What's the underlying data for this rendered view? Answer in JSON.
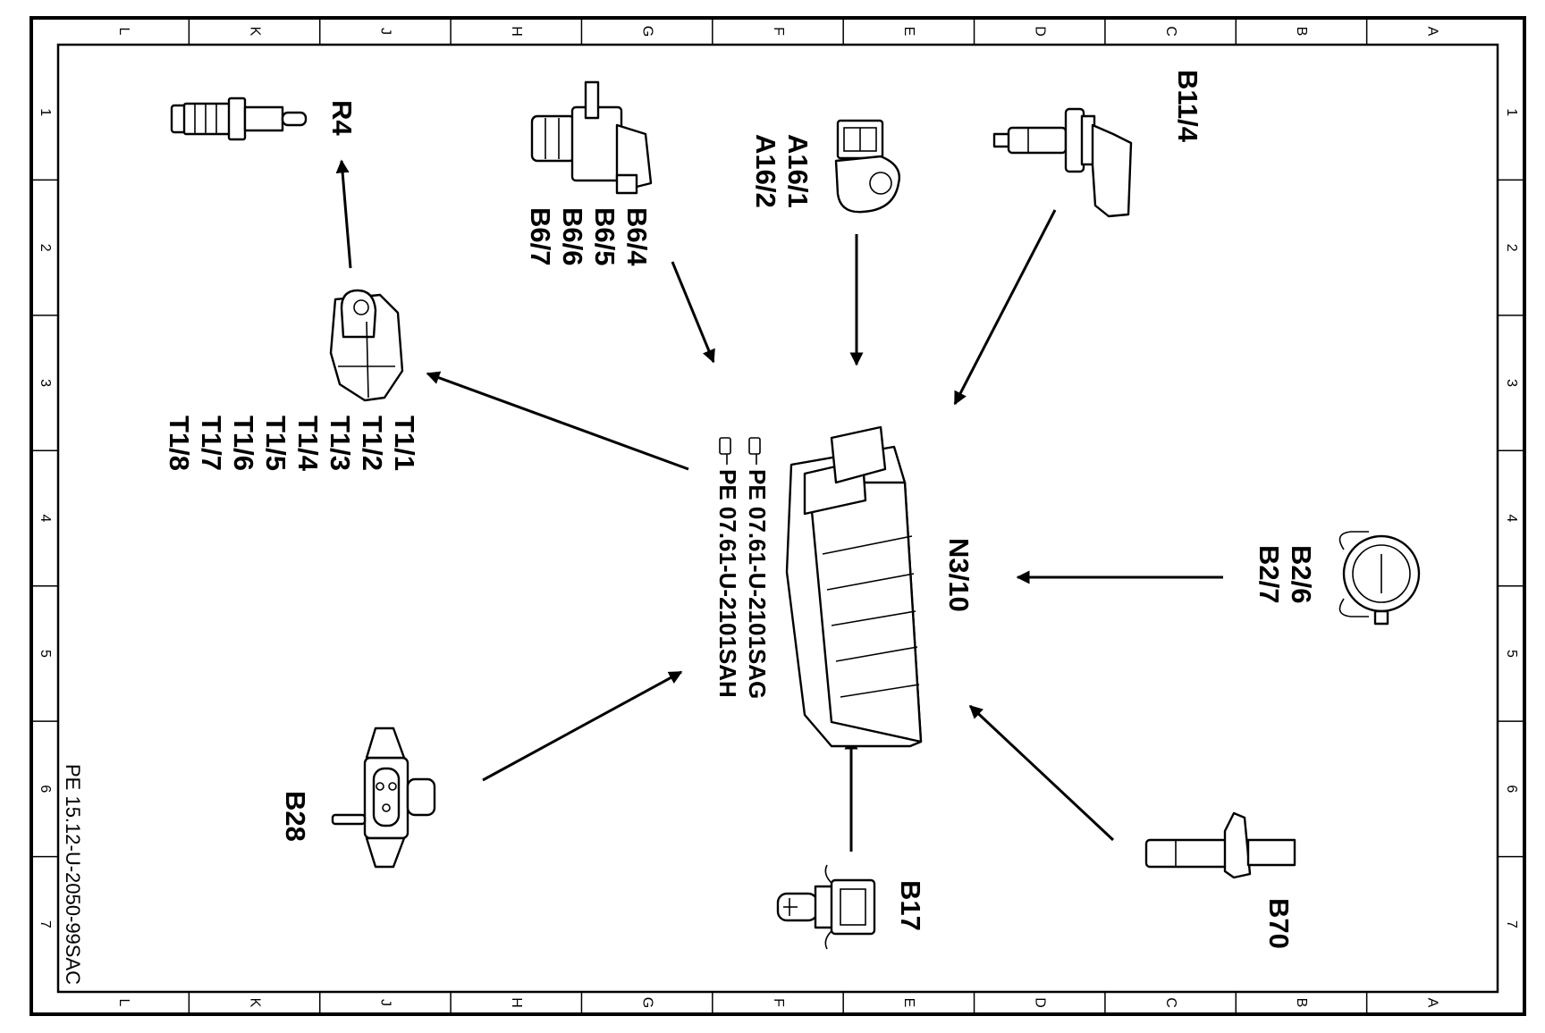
{
  "grid": {
    "columns": [
      "L",
      "K",
      "J",
      "H",
      "G",
      "F",
      "E",
      "D",
      "C",
      "B",
      "A"
    ],
    "rows": [
      "1",
      "2",
      "3",
      "4",
      "5",
      "6",
      "7"
    ]
  },
  "drawing_code": "PE 15.12-U-2050-99SAC",
  "control_unit": {
    "label": "N3/10",
    "refs": [
      "PE  07.61-U-2101SAG",
      "PE  07.61-U-2101SAH"
    ]
  },
  "components": {
    "r4": {
      "labels": [
        "R4"
      ]
    },
    "b6": {
      "labels": [
        "B6/4",
        "B6/5",
        "B6/6",
        "B6/7"
      ]
    },
    "a16": {
      "labels": [
        "A16/1",
        "A16/2"
      ]
    },
    "b11": {
      "labels": [
        "B11/4"
      ]
    },
    "t1": {
      "labels": [
        "T1/1",
        "T1/2",
        "T1/3",
        "T1/4",
        "T1/5",
        "T1/6",
        "T1/7",
        "T1/8"
      ]
    },
    "b2": {
      "labels": [
        "B2/6",
        "B2/7"
      ]
    },
    "b28": {
      "labels": [
        "B28"
      ]
    },
    "b17": {
      "labels": [
        "B17"
      ]
    },
    "b70": {
      "labels": [
        "B70"
      ]
    }
  }
}
